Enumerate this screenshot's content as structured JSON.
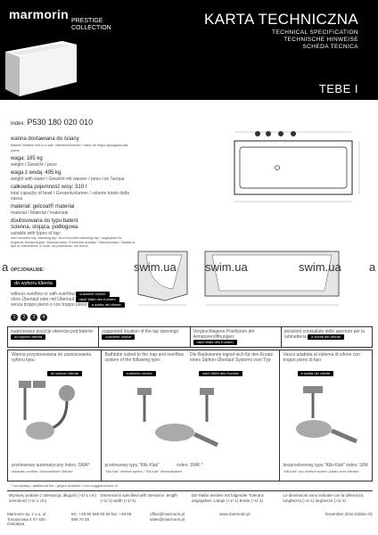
{
  "brand": {
    "logo": "marmorin",
    "line1": "PRESTIGE",
    "line2": "COLLECTION"
  },
  "header": {
    "title": "KARTA TECHNICZNA",
    "sub": [
      "TECHNICAL SPECIFICATION",
      "TECHNISCHE HINWEISE",
      "SCHEDA TECNICA"
    ],
    "model": "TEBE I"
  },
  "index": {
    "label": "index:",
    "value": "P530 180 020 010"
  },
  "specs": [
    {
      "title": "wanna dostawiana do ściany",
      "note": "Bathtub installed next to a wall / Wandfrontwannen / Vasca da fragoo appoggiata alla parete"
    },
    {
      "title": "waga: 185 kg",
      "note": "weight / Gewicht / peso"
    },
    {
      "title": "waga z wodą: 495 kg",
      "note": "weight with water / Gewicht mit wasser / peso con l'acqua"
    },
    {
      "title": "całkowita pojemność wisy: 310 l",
      "note": "total capacity of bowl / Gesamtvolumen / volume totale della vasca"
    },
    {
      "title": "materiał: gelcoat® material",
      "note": "material / Material / materiale"
    },
    {
      "title": "doutosowana do typu baterii:",
      "note": ""
    },
    {
      "title": "ścienna, stojąca, podłogowa",
      "note": "suitable with types of tap:"
    },
    {
      "title": "",
      "note": "wall mounted tap, standing tap, floor mounted standing tap / angepasst für folgende Armaturtypen: Wandarmatur, Freihende-armatur, Standarmatur / Adatta al tipo di rubinetteria: a muro, da pavimento, sul bordo"
    }
  ],
  "option_title": "OPCJONALNIE:",
  "option_tag": "do wyboru klienta",
  "overflow": [
    {
      "text": "without overflow or with overflow",
      "tag": "customer choice"
    },
    {
      "text": "ohne Überlauf oder mit Überlauf",
      "tag": "nach Wahl des Kunden"
    },
    {
      "text": "senza troppo pieno o con troppo pieno",
      "tag": "a scelta del cliente"
    }
  ],
  "watermarks": [
    "swim.ua",
    "swim.ua",
    "swim.ua",
    "a",
    "a"
  ],
  "numbers": [
    "1",
    "2",
    "3",
    "4"
  ],
  "tap_row": [
    {
      "text": "sugerowane pozycje otworów pod baterie:",
      "tag": "do wyboru klienta"
    },
    {
      "text": "suggested location of the tap openings:",
      "tag": "customer choice"
    },
    {
      "text": "Vorgeschlagene Positionen der Armaturenöffnungen:",
      "tag": "nach Wahl des Kunden"
    },
    {
      "text": "posizioni consigliate delle aperture per la rubinetteria",
      "tag": "a scelta del cliente"
    }
  ],
  "trap": [
    {
      "title": "Wanna przystosowana do zastosowania syfonu typu:",
      "tag": "do wyboru klienta",
      "name": "przelewowy automatyczny",
      "idx": "index: SWA*",
      "note": "automatic overflow / Automatischer Überlauf"
    },
    {
      "title": "Bathtube suited to the trap and overflow system of the following type:",
      "tag": "customer choice",
      "name": "przelewowy typu \"Klik-Klak\"",
      "idx": "index: SWK *",
      "note": "\"Klik-Klak\" overflow system / \"Klik-Klak\" Überlaufsystem"
    },
    {
      "title": "Die Badewanne eignet sich für den Ersatz eines Siphon-Überlauf Systems vom Typ:",
      "tag": "nach Wahl des Kunden",
      "name": "",
      "idx": "",
      "note": ""
    },
    {
      "title": "Vasca adattata al sistema di sifone con troppo pieno di tipo:",
      "tag": "a scelta del cliente",
      "name": "bezprzelewowy typu \"Klik-Klak\"",
      "idx": "index: SBK",
      "note": "\"Klik-Klak\" non-overflow system / Ablauf ohne Überlauf"
    }
  ],
  "footnote": "* na dopłatę / additional fee / gegen aufpreis / con maggiorazione di",
  "footer": {
    "cols": [
      {
        "h": "Wymiary podane z tolerancją:",
        "v": "długość (+1/-1 cm) szerokość (+1/-1 cm)"
      },
      {
        "h": "Dimensions specified with tolerance:",
        "v": "length (+1/-1) width (+1/-1)"
      },
      {
        "h": "Die Maße werden mit folgender Toleranz angegeben:",
        "v": "Länge (+1/-1) Breite (+1/-1)"
      },
      {
        "h": "Le dimensioni sono indicate con la tolleranza:",
        "v": "lunghezza (+1/-1) larghezza (+1/-1)"
      }
    ],
    "company": "Marmorin sp. z o.o. ul. Tomaszowa 4 07-400 Ostrołęka",
    "tel": "tel.: +48 69 569 60 60 fax: +48 69 569 70 38",
    "mail": "office@marmorin.pl sales@marmorin.pl",
    "web": "www.marmorin.pl",
    "edition": "November 2015 Edition 01"
  }
}
